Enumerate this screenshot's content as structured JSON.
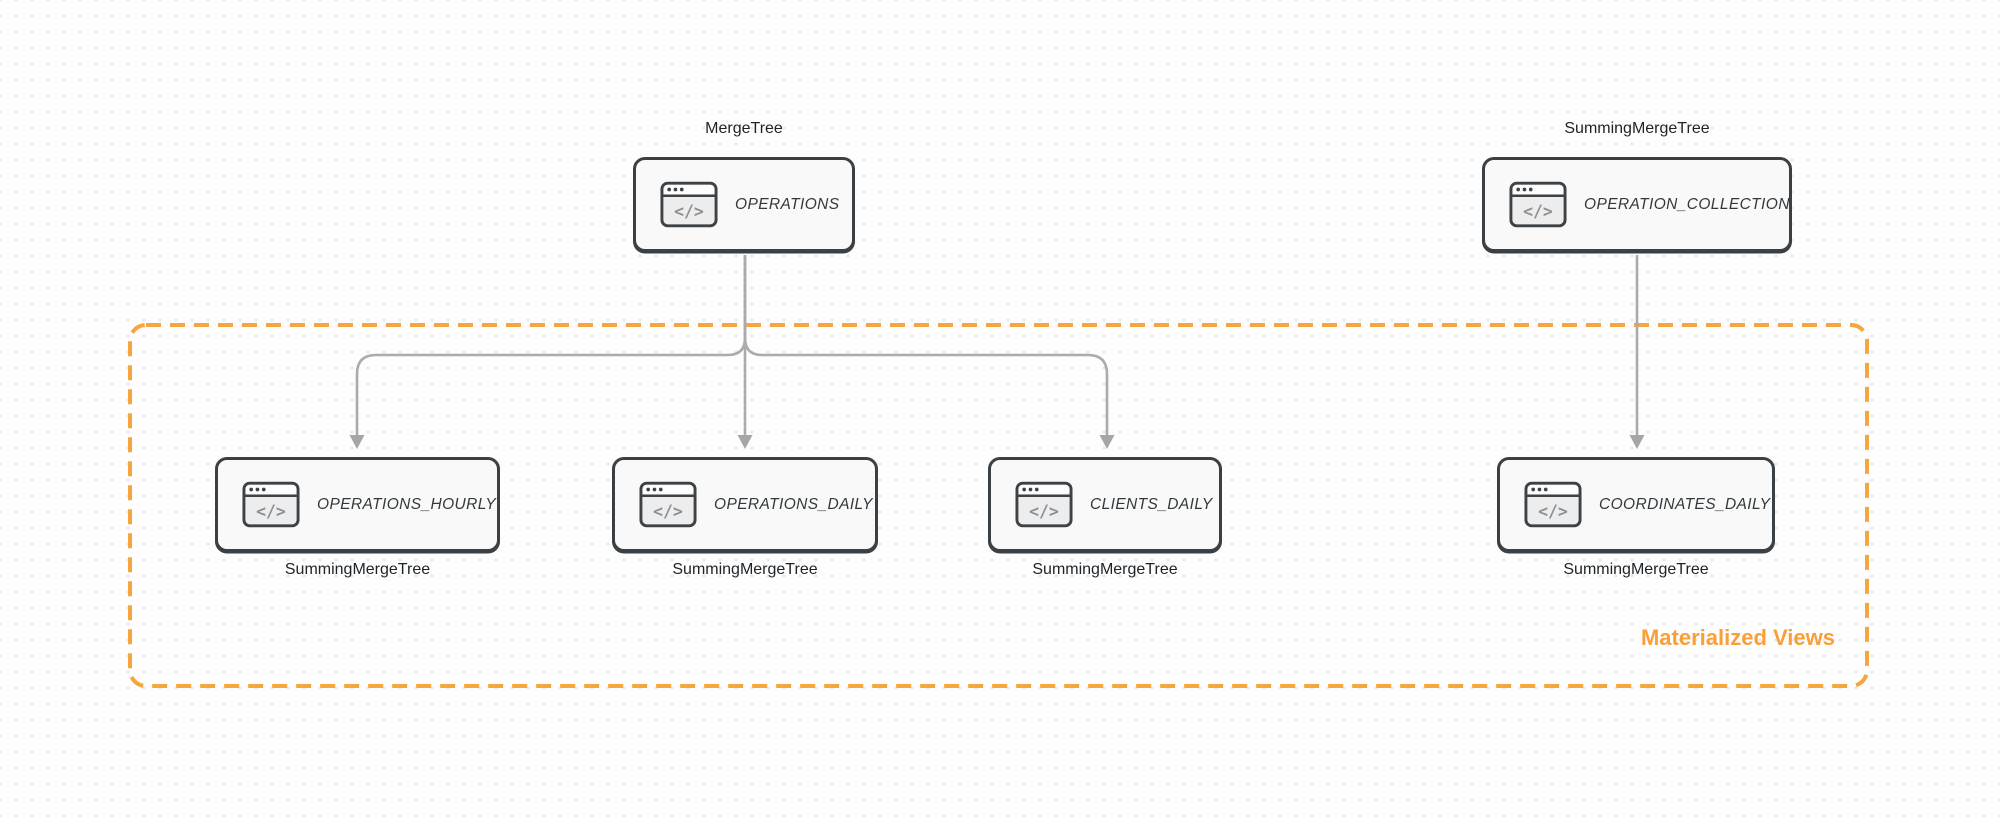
{
  "diagram": {
    "group_label": "Materialized Views",
    "colors": {
      "accent_orange": "#F7A53D",
      "arrow_gray": "#a9abad",
      "node_border": "#3b4045",
      "node_fill": "#f8f9f8",
      "dot_grid": "#e5e6e8",
      "table_text": "#33383c",
      "engine_text": "#1e2327"
    },
    "icon": "code-window-icon",
    "nodes": {
      "operations": {
        "table": "OPERATIONS",
        "engine": "MergeTree"
      },
      "operation_collection": {
        "table": "OPERATION_COLLECTION",
        "engine": "SummingMergeTree"
      },
      "operations_hourly": {
        "table": "OPERATIONS_HOURLY",
        "engine": "SummingMergeTree"
      },
      "operations_daily": {
        "table": "OPERATIONS_DAILY",
        "engine": "SummingMergeTree"
      },
      "clients_daily": {
        "table": "CLIENTS_DAILY",
        "engine": "SummingMergeTree"
      },
      "coordinates_daily": {
        "table": "COORDINATES_DAILY",
        "engine": "SummingMergeTree"
      }
    },
    "edges": [
      {
        "from": "OPERATIONS",
        "to": "OPERATIONS_HOURLY"
      },
      {
        "from": "OPERATIONS",
        "to": "OPERATIONS_DAILY"
      },
      {
        "from": "OPERATIONS",
        "to": "CLIENTS_DAILY"
      },
      {
        "from": "OPERATION_COLLECTION",
        "to": "COORDINATES_DAILY"
      }
    ]
  }
}
